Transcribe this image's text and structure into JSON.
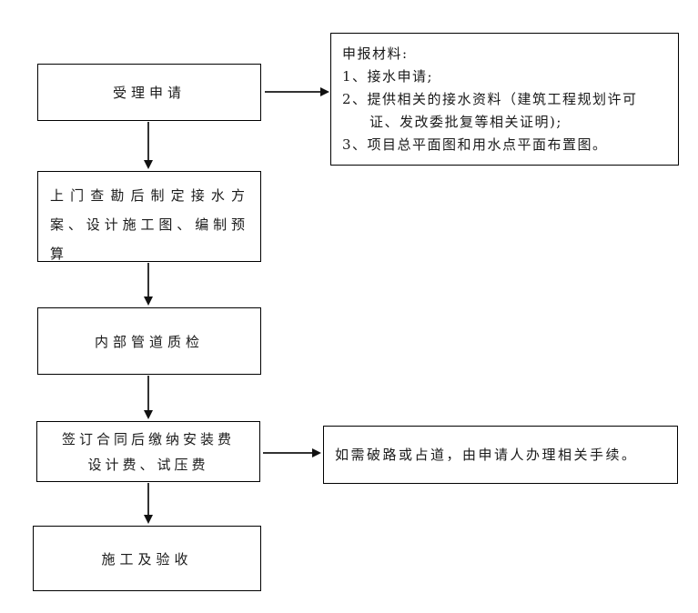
{
  "flowchart": {
    "boxes": {
      "accept": {
        "label": "受理申请"
      },
      "survey": {
        "label": "上门查勘后制定接水方案、设计施工图、编制预算"
      },
      "inspection": {
        "label": "内部管道质检"
      },
      "contract": {
        "line1": "签订合同后缴纳安装费",
        "line2": "设计费、试压费"
      },
      "construction": {
        "label": "施工及验收"
      }
    },
    "notes": {
      "materials": {
        "title": "申报材料:",
        "items": [
          "1、接水申请;",
          "2、提供相关的接水资料（建筑工程规划许可证、发改委批复等相关证明);",
          "3、项目总平面图和用水点平面布置图。"
        ]
      },
      "road": {
        "label": "如需破路或占道，由申请人办理相关手续。"
      }
    },
    "colors": {
      "border": "#000000",
      "text": "#1a1a1a",
      "arrow": "#333333",
      "background": "#ffffff"
    }
  }
}
